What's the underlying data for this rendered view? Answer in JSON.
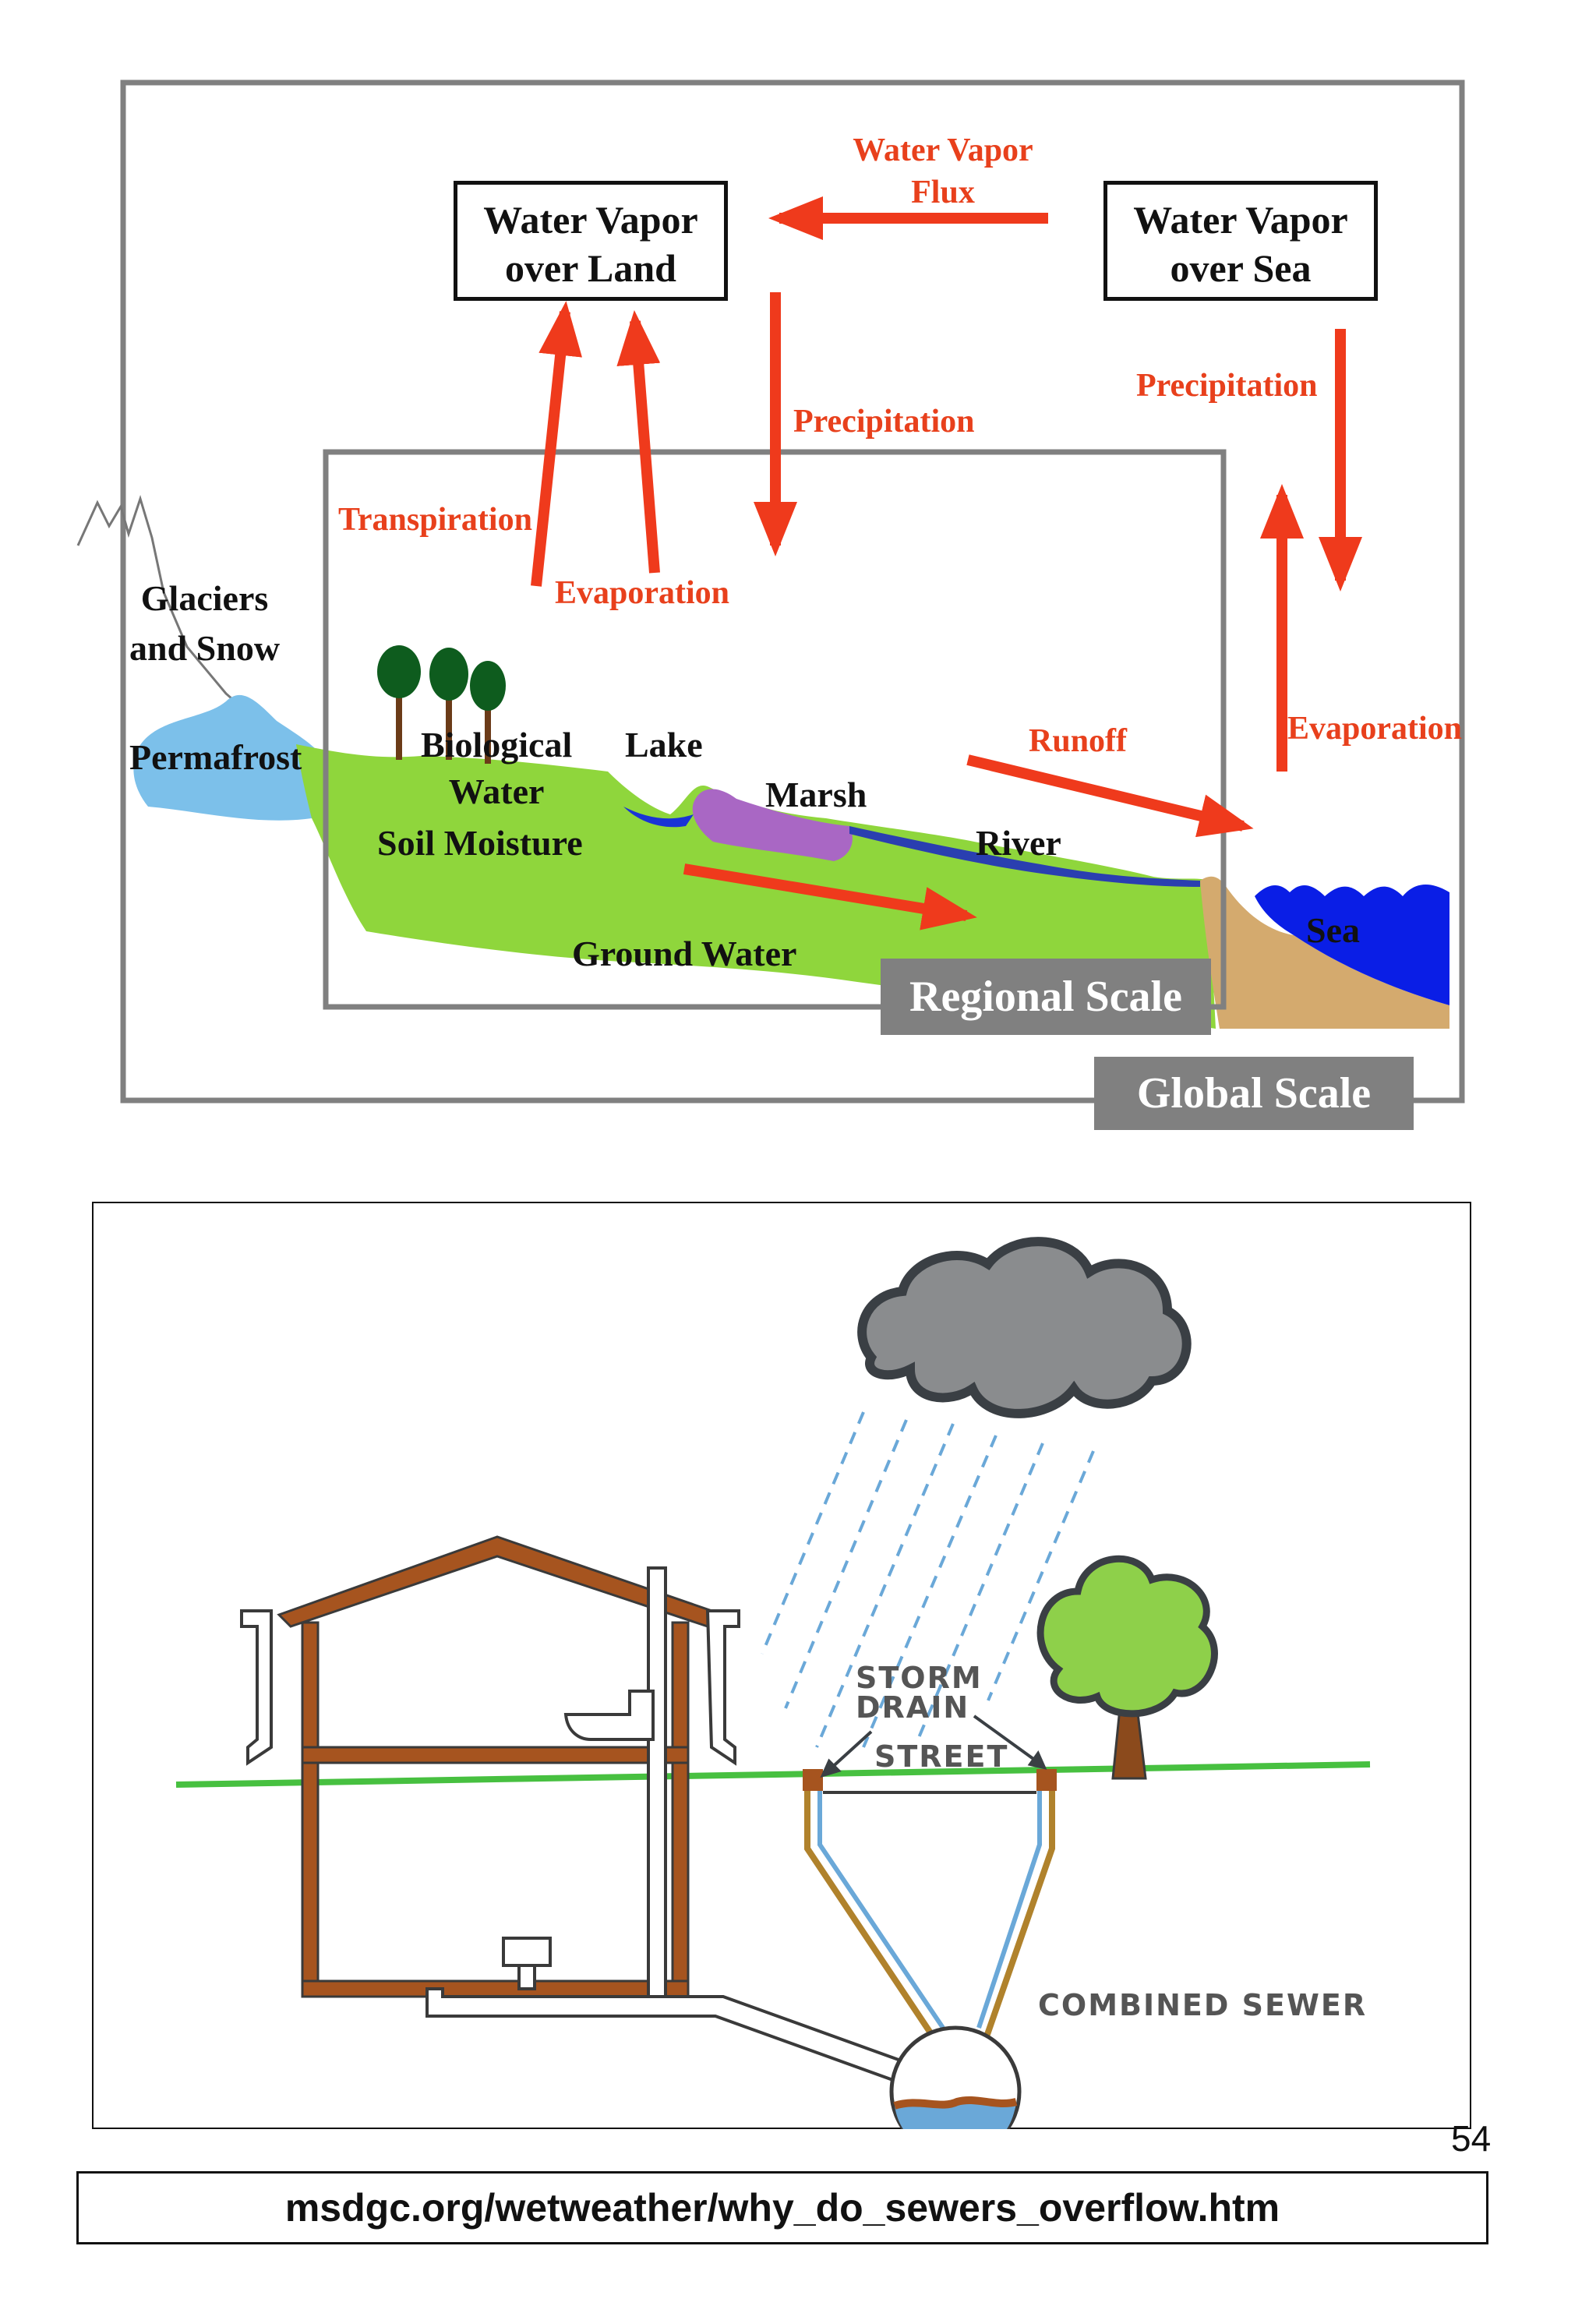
{
  "water_cycle": {
    "vapor_land": [
      "Water Vapor",
      "over Land"
    ],
    "vapor_sea": [
      "Water Vapor",
      "over Sea"
    ],
    "vapor_flux": [
      "Water Vapor",
      "Flux"
    ],
    "precipitation_land": "Precipitation",
    "precipitation_sea": "Precipitation",
    "transpiration": "Transpiration",
    "evaporation_land": "Evaporation",
    "evaporation_sea": "Evaporation",
    "glaciers": [
      "Glaciers",
      "and Snow"
    ],
    "permafrost": "Permafrost",
    "biological": [
      "Biological",
      "Water"
    ],
    "soil_moisture": "Soil Moisture",
    "lake": "Lake",
    "marsh": "Marsh",
    "river": "River",
    "runoff": "Runoff",
    "ground_water": "Ground Water",
    "sea": "Sea",
    "regional_scale": "Regional Scale",
    "global_scale": "Global Scale"
  },
  "sewer": {
    "storm_drain": [
      "STORM",
      "DRAIN"
    ],
    "street": "STREET",
    "combined_sewer": "COMBINED SEWER"
  },
  "page_number": "54",
  "source_url": "msdgc.org/wetweather/why_do_sewers_overflow.htm",
  "colors": {
    "arrow": "#ef3a1c",
    "label_red": "#e8401c",
    "ground": "#8fd63c",
    "sea": "#0a1ee6",
    "scale_box": "#808080",
    "house": "#a6541f",
    "cloud": "#8a8c8e",
    "rain": "#6aa8d8"
  }
}
